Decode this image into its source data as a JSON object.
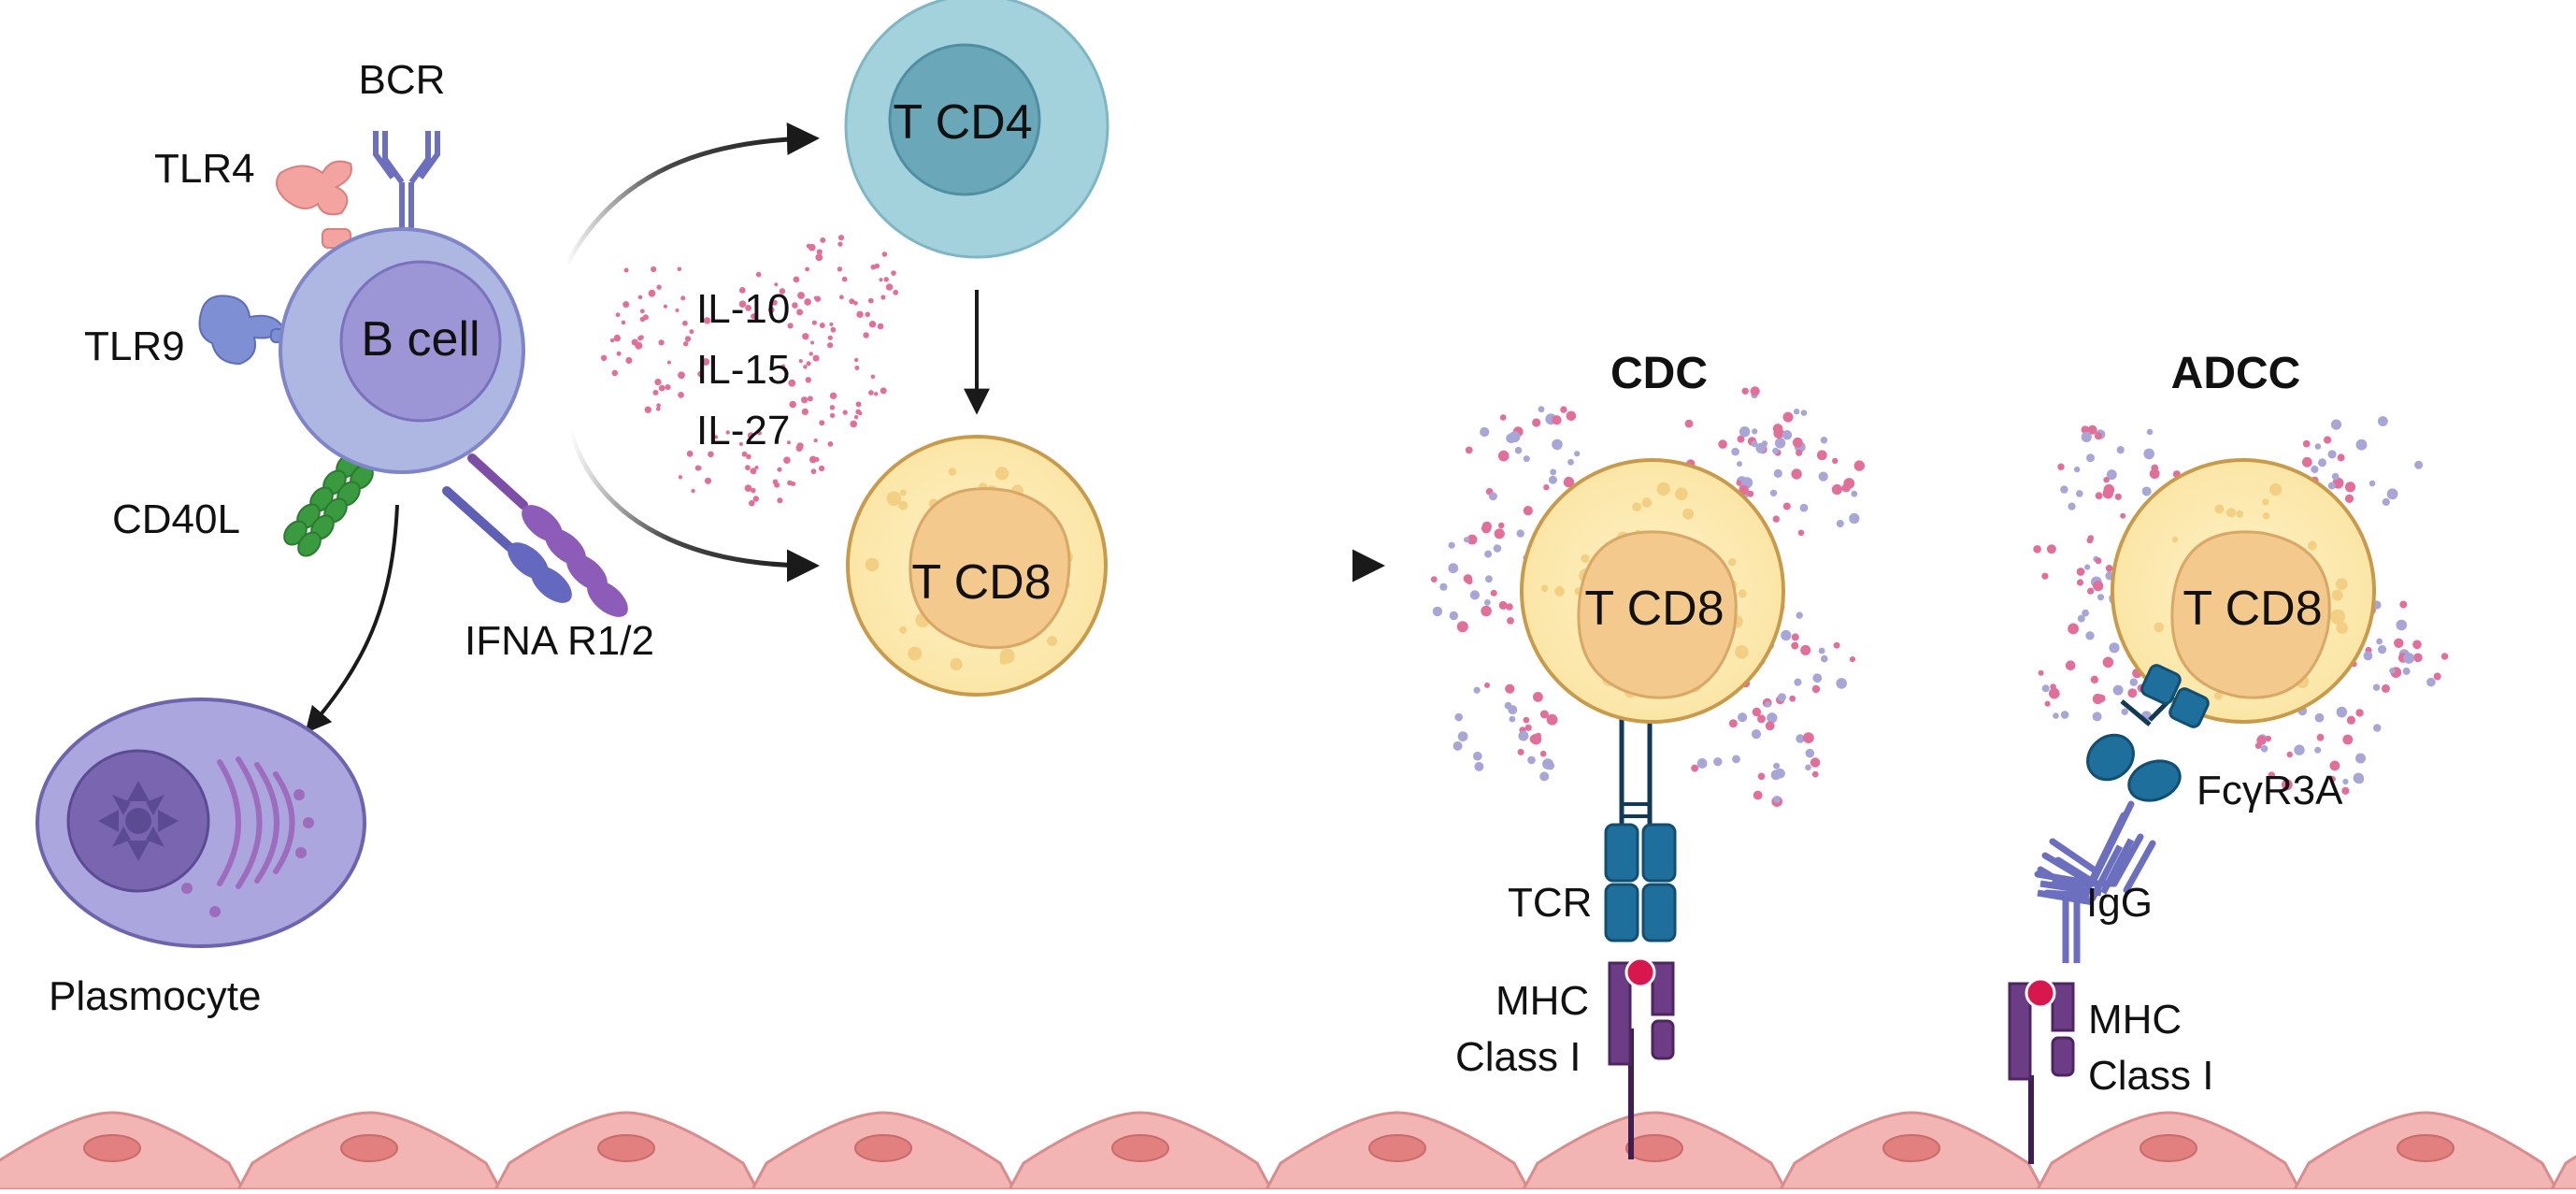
{
  "labels": {
    "bcr": "BCR",
    "tlr4": "TLR4",
    "tlr9": "TLR9",
    "b_cell": "B cell",
    "cd40l": "CD40L",
    "ifna": "IFNA R1/2",
    "plasmocyte": "Plasmocyte",
    "t_cd4": "T CD4",
    "t_cd8": "T CD8",
    "cytokines": [
      "IL-10",
      "IL-15",
      "IL-27"
    ],
    "cdc": "CDC",
    "adcc": "ADCC",
    "tcr": "TCR",
    "mhc_1": "MHC",
    "mhc_2": "Class I",
    "fcgr3a": "FcγR3A",
    "igg": "IgG"
  },
  "colors": {
    "b_cell_outer": "#aeb6e2",
    "b_cell_inner": "#9c95d6",
    "t_cd4_outer": "#a3d2dc",
    "t_cd4_inner": "#6aa8b9",
    "t_cd8_outer": "#fbeaaf",
    "t_cd8_inner": "#f3c98d",
    "receptor_blue": "#1e6f9c",
    "mhc_purple": "#6c3d85",
    "antigen": "#d9174f",
    "tissue": "#f3b4b4",
    "tissue_nucleus": "#e27f7f",
    "dots_pink": "#e26f99",
    "dots_lavender": "#a7a6d6"
  }
}
